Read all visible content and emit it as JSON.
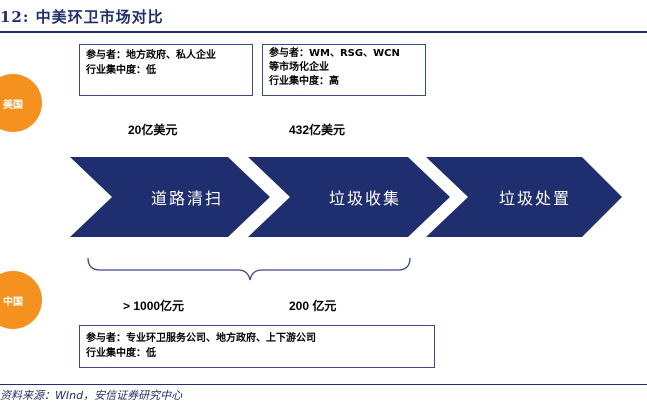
{
  "title": "12: 中美环卫市场对比",
  "us": {
    "label": "美国",
    "participants": "参与者：WM、RSG、WCN",
    "participants_cont": "等市场化企业",
    "concentration": "行业集中度：高",
    "gov_participants": "参与者：地方政府、私人企业",
    "gov_concentration": "行业集中度：低",
    "value_cleaning": "20亿美元",
    "value_collection": "432亿美元"
  },
  "china": {
    "label": "中国",
    "value_cleaning": "> 1000亿元",
    "value_collection": "200 亿元",
    "participants": "参与者：专业环卫服务公司、地方政府、上下游公司",
    "concentration": "行业集中度：低"
  },
  "stages": [
    "道路清扫",
    "垃圾收集",
    "垃圾处置"
  ],
  "source": "资料来源：WInd，安信证券研究中心",
  "colors": {
    "chevron": "#1f2e6e",
    "circle": "#f5911e",
    "title": "#1f2e6e"
  }
}
